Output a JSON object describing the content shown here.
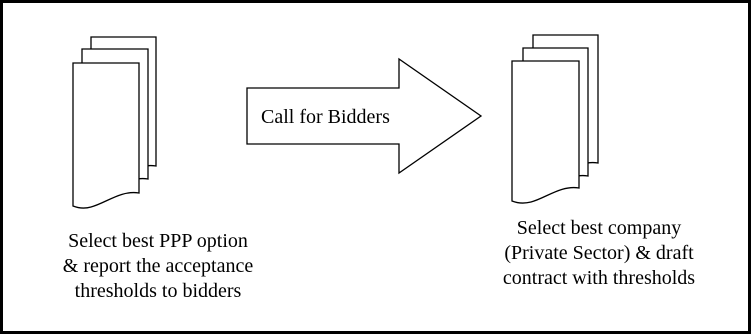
{
  "arrow": {
    "label": "Call for Bidders"
  },
  "left": {
    "caption_lines": [
      "Select best PPP option",
      "& report the acceptance",
      "thresholds to bidders"
    ]
  },
  "right": {
    "caption_lines": [
      "Select best company",
      "(Private Sector) & draft",
      "contract with thresholds"
    ]
  },
  "colors": {
    "stroke": "#000000",
    "fill": "#ffffff"
  }
}
